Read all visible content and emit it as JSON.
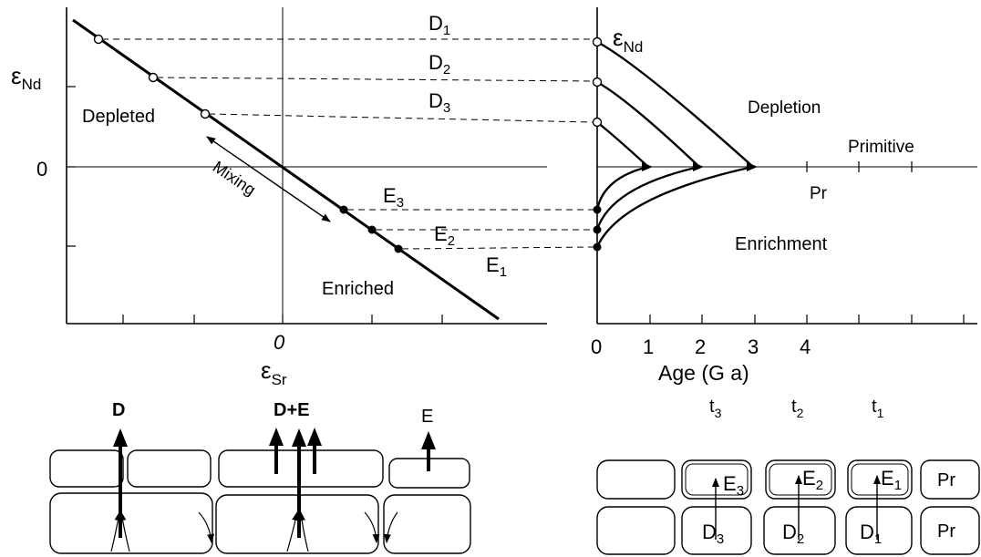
{
  "left_plot": {
    "y_axis_symbol": "ε",
    "y_axis_sub": "Nd",
    "x_axis_symbol": "ε",
    "x_axis_sub": "Sr",
    "y_zero_label": "0",
    "x_zero_label": "0",
    "region_depleted": "Depleted",
    "region_enriched": "Enriched",
    "mixing_label": "Mixing",
    "d_labels": [
      {
        "letter": "D",
        "sub": "1"
      },
      {
        "letter": "D",
        "sub": "2"
      },
      {
        "letter": "D",
        "sub": "3"
      }
    ],
    "e_labels": [
      {
        "letter": "E",
        "sub": "3"
      },
      {
        "letter": "E",
        "sub": "2"
      },
      {
        "letter": "E",
        "sub": "1"
      }
    ]
  },
  "right_plot": {
    "y_axis_symbol": "ε",
    "y_axis_sub": "Nd",
    "x_axis_title": "Age (G a)",
    "x_ticks": [
      "0",
      "1",
      "2",
      "3",
      "4"
    ],
    "region_depletion": "Depletion",
    "region_enrichment": "Enrichment",
    "primitive_label": "Primitive",
    "pr_label": "Pr"
  },
  "left_schematic": {
    "arrow_labels": [
      "D",
      "D+E",
      "E"
    ]
  },
  "right_schematic": {
    "time_labels": [
      {
        "letter": "t",
        "sub": "3"
      },
      {
        "letter": "t",
        "sub": "2"
      },
      {
        "letter": "t",
        "sub": "1"
      }
    ],
    "top_boxes": [
      {
        "letter": "E",
        "sub": "3"
      },
      {
        "letter": "E",
        "sub": "2"
      },
      {
        "letter": "E",
        "sub": "1"
      },
      {
        "letter": "Pr",
        "sub": ""
      }
    ],
    "bottom_boxes": [
      {
        "letter": "D",
        "sub": "3"
      },
      {
        "letter": "D",
        "sub": "2"
      },
      {
        "letter": "D",
        "sub": "1"
      },
      {
        "letter": "Pr",
        "sub": ""
      }
    ]
  }
}
